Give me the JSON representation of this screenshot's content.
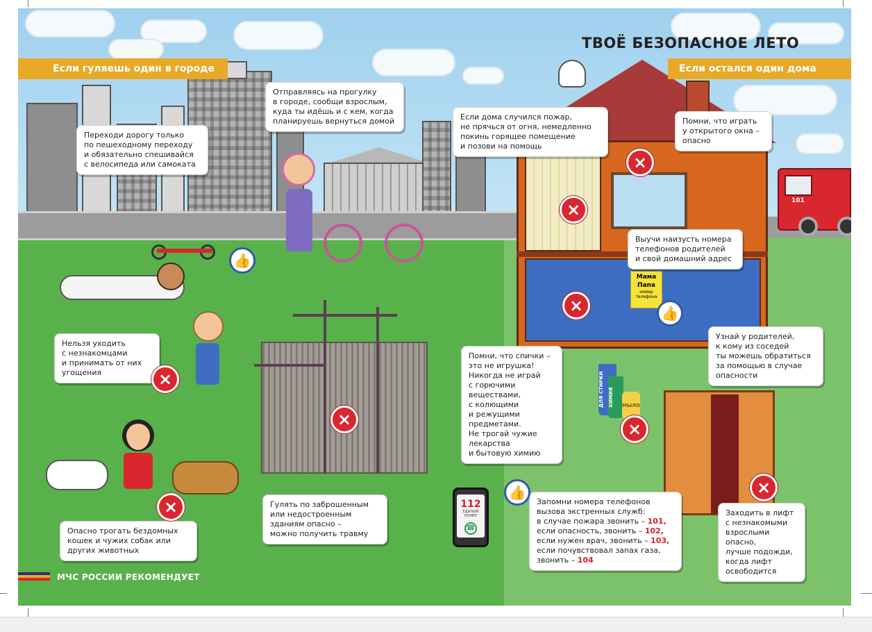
{
  "poster": {
    "title": "ТВОЁ БЕЗОПАСНОЕ ЛЕТО",
    "left_section": "Если гуляешь один в городе",
    "right_section": "Если остался один дома",
    "footer": "МЧС РОССИИ РЕКОМЕНДУЕТ",
    "accent_color": "#e8a927",
    "danger_color": "#d9262f"
  },
  "city_tips": {
    "crossing": "Переходи дорогу только\nпо пешеходному переходу\nи обязательно спешивайся\nс велосипеда или самоката",
    "walk": "Отправляясь на прогулку\nв городе, сообщи взрослым,\nкуда ты идёшь и с кем, когда\nпланируешь вернуться домой",
    "strangers": "Нельзя уходить\nс незнакомцами\nи принимать от них\nугощения",
    "construction": "Гулять по заброшенным\nили недостроенным\nзданиям опасно –\nможно получить травму",
    "animals": "Опасно трогать бездомных\nкошек  и чужих собак или\nдругих животных"
  },
  "home_tips": {
    "fire": "Если дома случился пожар,\nне прячься от огня, немедленно\nпокинь горящее помещение\nи позови на помощь",
    "window": "Помни, что играть\nу открытого окна –\nопасно",
    "phones": "Выучи наизусть номера\nтелефонов родителей\nи свой домашний адрес",
    "neighbors": "Узнай у родителей,\nк кому из соседей\nты можешь обратиться\nза помощью в случае\nопасности",
    "matches": "Помни, что спички –\nэто не игрушка!\nНикогда не играй\nс горючими\nвеществами,\nс колющими\nи режущими\nпредметами.\nНе трогай чужие\nлекарства\nи бытовую химию",
    "lift": "Заходить в лифт\nс незнакомыми\nвзрослыми опасно,\nлучше подожди,\nкогда лифт\nосвободится"
  },
  "emergency": {
    "intro_1": "Запомни номера  телефонов",
    "intro_2": "вызова экстренных служб:",
    "fire_text": "в случае пожара звонить  – ",
    "fire_num": "101,",
    "danger_text": "если опасность, звонить   – ",
    "danger_num": "102,",
    "doctor_text": "если нужен врач, звонить – ",
    "doctor_num": "103,",
    "gas_text": "если почувствовал запах газа,",
    "gas_text_2": "звонить – ",
    "gas_num": "104",
    "phone_number": "112",
    "phone_label": "ЕДИНЫЙ НОМЕР"
  },
  "labels": {
    "note_mom": "Мама",
    "note_dad": "Папа",
    "note_caption": "номер телефона",
    "bottle_laundry": "ДЛЯ СТИРКИ",
    "bottle_chem": "ХИМИЯ",
    "bottle_soap": "МЫЛО",
    "truck_number": "101"
  },
  "icons": {
    "forbidden": "×",
    "approve": "👍"
  }
}
